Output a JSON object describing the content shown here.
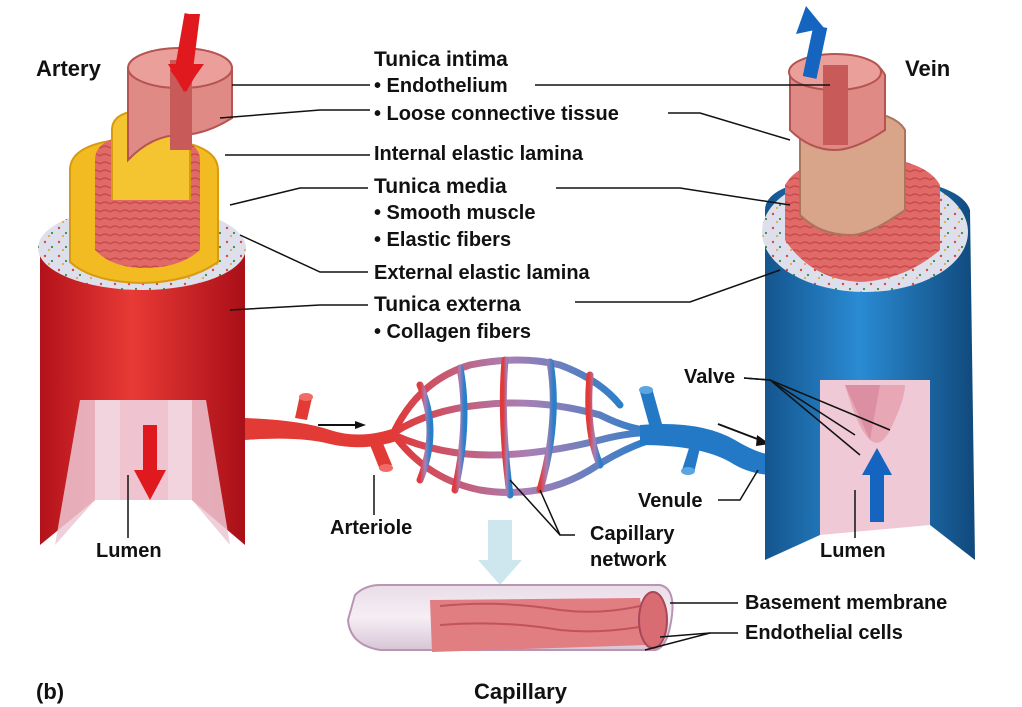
{
  "figure": {
    "panel_letter": "(b)",
    "artery_title": "Artery",
    "vein_title": "Vein",
    "capillary_title": "Capillary"
  },
  "center_labels": {
    "tunica_intima": "Tunica intima",
    "endothelium": "• Endothelium",
    "loose_connective": "• Loose connective tissue",
    "internal_elastic": "Internal elastic lamina",
    "tunica_media": "Tunica media",
    "smooth_muscle": "• Smooth muscle",
    "elastic_fibers": "• Elastic fibers",
    "external_elastic": "External elastic lamina",
    "tunica_externa": "Tunica externa",
    "collagen_fibers": "• Collagen fibers"
  },
  "parts": {
    "lumen_artery": "Lumen",
    "lumen_vein": "Lumen",
    "arteriole": "Arteriole",
    "capillary_network_line1": "Capillary",
    "capillary_network_line2": "network",
    "valve": "Valve",
    "venule": "Venule",
    "basement_membrane": "Basement membrane",
    "endothelial_cells": "Endothelial cells"
  },
  "colors": {
    "artery_red": "#d8262a",
    "vein_blue": "#1f78c2",
    "intima_pink": "#e27a78",
    "elastic_yellow": "#f2b51d",
    "externa_gray": "#dfe1ec",
    "flow_red": "#e0191e",
    "flow_blue": "#1565c0"
  }
}
